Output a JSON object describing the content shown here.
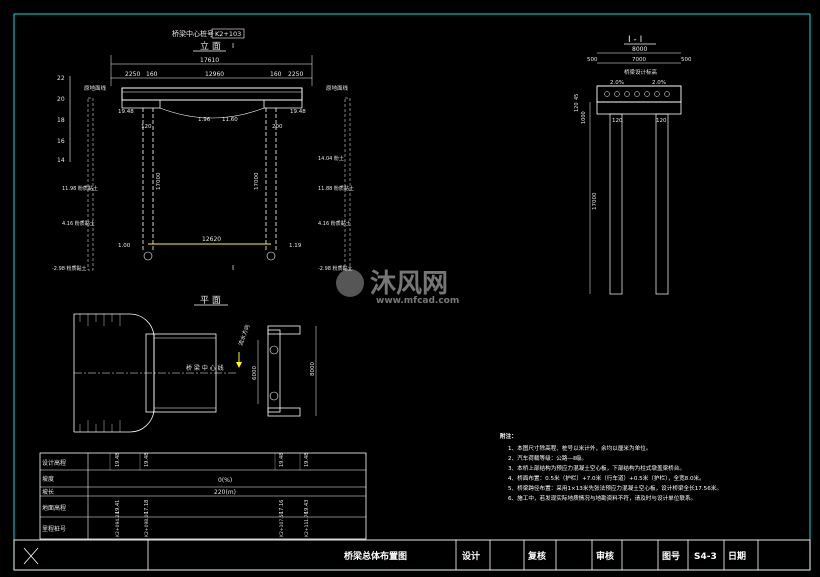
{
  "colors": {
    "background": "#000000",
    "frame": "#00e0e0",
    "lines": "#ffffff",
    "accent": "#ffff00",
    "dim": "#00ffff"
  },
  "elevation": {
    "header_label": "桥梁中心桩号",
    "header_value": "K2+103",
    "title": "立 面",
    "section_mark": "I",
    "total_span": "17610",
    "left_seg_1": "2250",
    "left_seg_2": "160",
    "right_seg_1": "160",
    "right_seg_2": "2250",
    "span": "12960",
    "clear_span": "12620",
    "pile_length": "17000",
    "left_label": "原地面线",
    "right_label": "原地面线",
    "left_elev_top": "19.48",
    "right_elev_top": "19.48",
    "mid_elev": "1.96",
    "mid_level": "11.60",
    "left_cap": "120",
    "right_cap": "200",
    "left_pile_bottom": "1.00",
    "right_pile_bottom": "1.19",
    "scale": [
      "22",
      "20",
      "18",
      "16",
      "14"
    ],
    "soil_left": [
      "11.98 粉质黏土",
      "4.16 粉质黏土",
      "-2.98 粉质黏土"
    ],
    "soil_right": [
      "14.04 粉土",
      "11.88 粉质黏土",
      "4.16 粉质黏土",
      "-2.98 粉质黏土"
    ]
  },
  "section": {
    "title": "I - I",
    "total": "8000",
    "left_edge": "500",
    "middle": "7000",
    "right_edge": "500",
    "left_slope": "2.0%",
    "right_slope": "2.0%",
    "centerline": "桥梁设计标高",
    "left_cap": "120",
    "right_cap": "120",
    "pile_length": "17000",
    "side_dims": [
      "45",
      "120",
      "1000"
    ]
  },
  "plan": {
    "title": "平 面",
    "centerline": "桥 梁 中 心 线",
    "flow": "流水方向",
    "abutment_width": "8000",
    "abutment_inner": "6000"
  },
  "profile_table": {
    "rows": [
      "设计高程",
      "坡度",
      "坡长",
      "地面高程",
      "里程桩号"
    ],
    "grade": "0(%)",
    "length": "220(m)",
    "design_values": [
      "19.48",
      "19.48",
      "19.48",
      "19.48"
    ],
    "ground_values": [
      "19.41",
      "17.18",
      "17.16",
      "19.43"
    ],
    "station_values": [
      "K2+094.24",
      "K2+098.00",
      "K2+107.50",
      "K2+111.76"
    ]
  },
  "notes": {
    "title": "附注：",
    "items": [
      "1、本图尺寸除高程、桩号以米计外，余均以厘米为单位。",
      "2、汽车荷载等级：公路—Ⅱ级。",
      "3、本桥上部结构为预应力混凝土空心板，下部结构为柱式墩盖梁桥台。",
      "4、桥面布置：0.5米（护栏）+7.0米（行车道）+0.5米（护栏），全宽8.0米。",
      "5、桥梁跨径布置：采用1×13米先张法预应力混凝土空心板，设计桥梁全长17.56米。",
      "6、施工中，若发现实际地质情况与地勘资料不符，请及时与设计单位联系。"
    ]
  },
  "title_block": {
    "drawing_title": "桥梁总体布置图",
    "design": "设计",
    "review": "复核",
    "approve": "审核",
    "drawing_no_label": "图号",
    "drawing_no": "S4-3",
    "date": "日期"
  },
  "watermark": {
    "cn": "沐风网",
    "url": "www.mfcad.com"
  }
}
